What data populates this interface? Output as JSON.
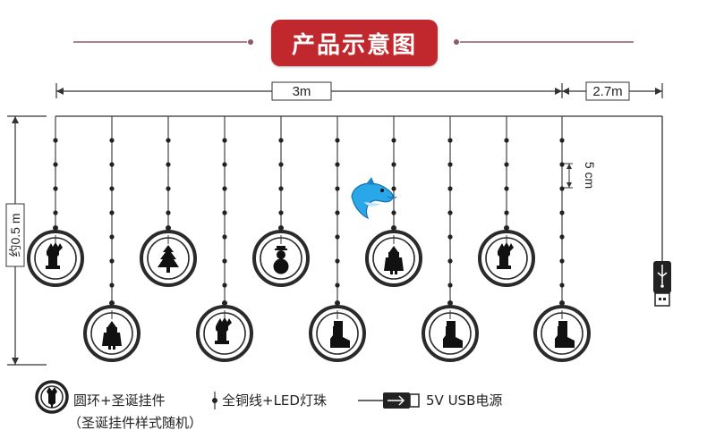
{
  "title": "产品示意图",
  "dims": {
    "width_label": "3m",
    "lead_label": "2.7m",
    "height_label": "约0.5 m",
    "spacing_label": "5 cm"
  },
  "legend": {
    "ring_label": "圆环+圣诞挂件",
    "ring_note": "（圣诞挂件样式随机）",
    "bead_label": "全铜线+LED灯珠",
    "usb_label": "5V USB电源"
  },
  "pendants": [
    {
      "icon": "reindeer",
      "row": "top"
    },
    {
      "icon": "santa",
      "row": "bottom"
    },
    {
      "icon": "christmas-tree",
      "row": "top"
    },
    {
      "icon": "reindeer",
      "row": "bottom"
    },
    {
      "icon": "snowman",
      "row": "top"
    },
    {
      "icon": "christmas-boot",
      "row": "bottom"
    },
    {
      "icon": "santa",
      "row": "top"
    },
    {
      "icon": "christmas-boot",
      "row": "bottom"
    },
    {
      "icon": "reindeer",
      "row": "top"
    },
    {
      "icon": "christmas-boot",
      "row": "bottom"
    }
  ],
  "colors": {
    "accent": "#c0282e",
    "line": "#333333",
    "divider": "#8b5a6a"
  }
}
